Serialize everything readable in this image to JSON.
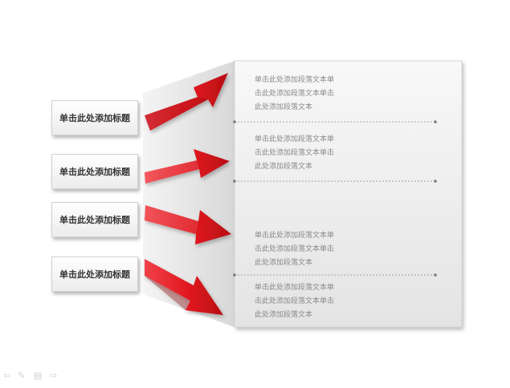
{
  "titles": [
    "单击此处添加标题",
    "单击此处添加标题",
    "单击此处添加标题",
    "单击此处添加标题"
  ],
  "paragraphs": [
    [
      "单击此处添加段落文本单",
      "击此处添加段落文本单击",
      "此处添加段落文本"
    ],
    [
      "单击此处添加段落文本单",
      "击此处添加段落文本单击",
      "此处添加段落文本"
    ],
    [
      "单击此处添加段落文本单",
      "击此处添加段落文本单击",
      "此处添加段落文本"
    ],
    [
      "单击此处添加段落文本单",
      "击此处添加段落文本单击",
      "此处添加段落文本"
    ]
  ],
  "colors": {
    "arrow_red": "#e21b23",
    "arrow_dark": "#a00d12",
    "panel_light": "#f6f6f6",
    "panel_dark": "#e2e2e2",
    "divider": "#8c8c8c"
  },
  "toolbar_icons": [
    "arrow-left-icon",
    "pen-icon",
    "menu-icon",
    "arrow-right-icon"
  ]
}
